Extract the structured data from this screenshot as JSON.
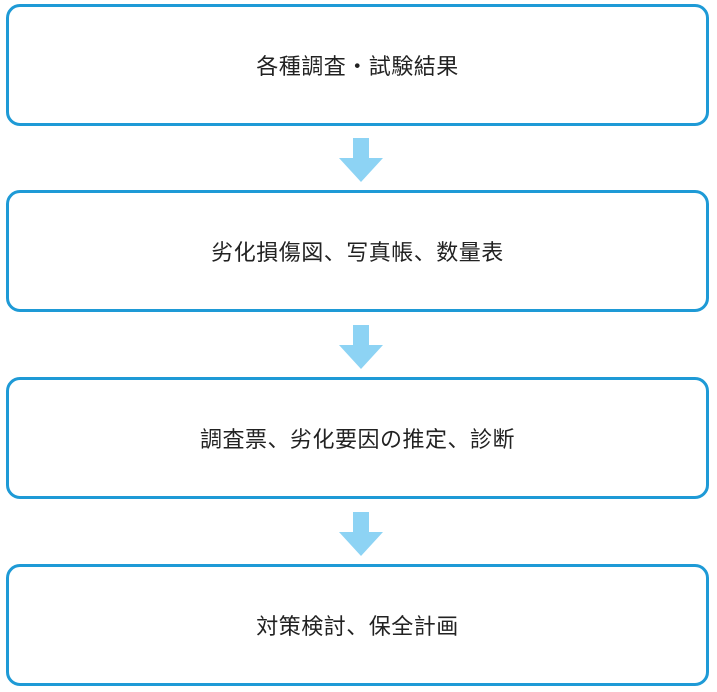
{
  "colors": {
    "box_border": "#1e9ad6",
    "arrow": "#8dd3f4",
    "text": "#222222"
  },
  "steps": [
    {
      "label": "各種調査・試験結果"
    },
    {
      "label": "劣化損傷図、写真帳、数量表"
    },
    {
      "label": "調査票、劣化要因の推定、診断"
    },
    {
      "label": "対策検討、保全計画"
    }
  ],
  "connectors": [
    {
      "icon": "arrow-down-icon"
    },
    {
      "icon": "arrow-down-icon"
    },
    {
      "icon": "arrow-down-icon"
    }
  ]
}
